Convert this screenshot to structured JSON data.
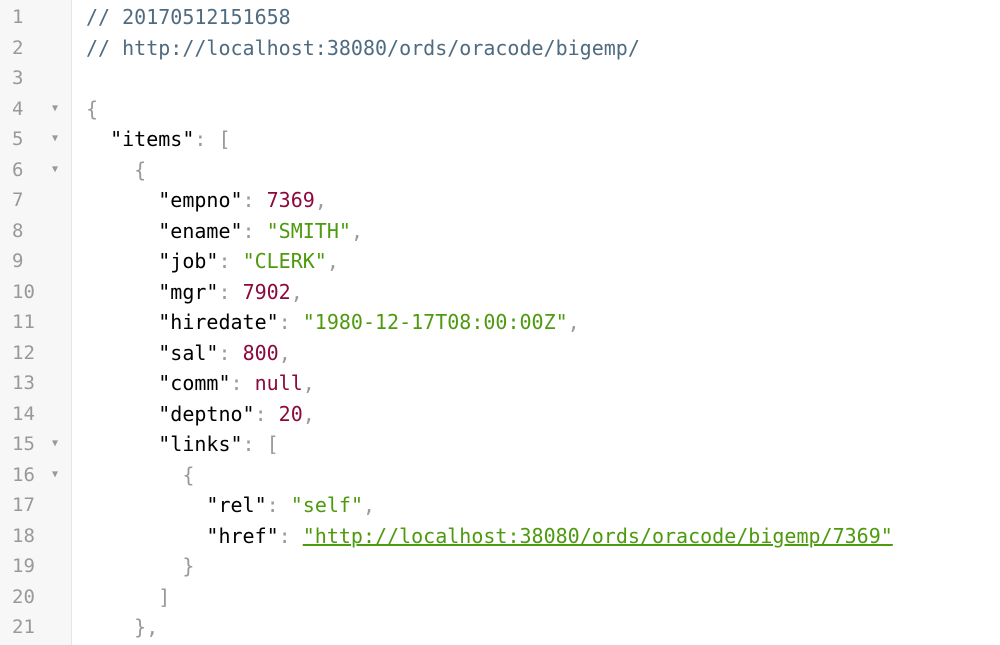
{
  "editor": {
    "lines": [
      {
        "n": "1",
        "fold": false,
        "indent": "",
        "tokens": [
          {
            "t": "comment",
            "v": "// 20170512151658"
          }
        ]
      },
      {
        "n": "2",
        "fold": false,
        "indent": "",
        "tokens": [
          {
            "t": "comment",
            "v": "// http://localhost:38080/ords/oracode/bigemp/"
          }
        ]
      },
      {
        "n": "3",
        "fold": false,
        "indent": "",
        "tokens": []
      },
      {
        "n": "4",
        "fold": true,
        "indent": "",
        "tokens": [
          {
            "t": "punct",
            "v": "{"
          }
        ]
      },
      {
        "n": "5",
        "fold": true,
        "indent": "  ",
        "tokens": [
          {
            "t": "key",
            "v": "\"items\""
          },
          {
            "t": "punct",
            "v": ": ["
          }
        ]
      },
      {
        "n": "6",
        "fold": true,
        "indent": "    ",
        "tokens": [
          {
            "t": "punct",
            "v": "{"
          }
        ]
      },
      {
        "n": "7",
        "fold": false,
        "indent": "      ",
        "tokens": [
          {
            "t": "key",
            "v": "\"empno\""
          },
          {
            "t": "punct",
            "v": ": "
          },
          {
            "t": "num",
            "v": "7369"
          },
          {
            "t": "punct",
            "v": ","
          }
        ]
      },
      {
        "n": "8",
        "fold": false,
        "indent": "      ",
        "tokens": [
          {
            "t": "key",
            "v": "\"ename\""
          },
          {
            "t": "punct",
            "v": ": "
          },
          {
            "t": "str",
            "v": "\"SMITH\""
          },
          {
            "t": "punct",
            "v": ","
          }
        ]
      },
      {
        "n": "9",
        "fold": false,
        "indent": "      ",
        "tokens": [
          {
            "t": "key",
            "v": "\"job\""
          },
          {
            "t": "punct",
            "v": ": "
          },
          {
            "t": "str",
            "v": "\"CLERK\""
          },
          {
            "t": "punct",
            "v": ","
          }
        ]
      },
      {
        "n": "10",
        "fold": false,
        "indent": "      ",
        "tokens": [
          {
            "t": "key",
            "v": "\"mgr\""
          },
          {
            "t": "punct",
            "v": ": "
          },
          {
            "t": "num",
            "v": "7902"
          },
          {
            "t": "punct",
            "v": ","
          }
        ]
      },
      {
        "n": "11",
        "fold": false,
        "indent": "      ",
        "tokens": [
          {
            "t": "key",
            "v": "\"hiredate\""
          },
          {
            "t": "punct",
            "v": ": "
          },
          {
            "t": "str",
            "v": "\"1980-12-17T08:00:00Z\""
          },
          {
            "t": "punct",
            "v": ","
          }
        ]
      },
      {
        "n": "12",
        "fold": false,
        "indent": "      ",
        "tokens": [
          {
            "t": "key",
            "v": "\"sal\""
          },
          {
            "t": "punct",
            "v": ": "
          },
          {
            "t": "num",
            "v": "800"
          },
          {
            "t": "punct",
            "v": ","
          }
        ]
      },
      {
        "n": "13",
        "fold": false,
        "indent": "      ",
        "tokens": [
          {
            "t": "key",
            "v": "\"comm\""
          },
          {
            "t": "punct",
            "v": ": "
          },
          {
            "t": "null",
            "v": "null"
          },
          {
            "t": "punct",
            "v": ","
          }
        ]
      },
      {
        "n": "14",
        "fold": false,
        "indent": "      ",
        "tokens": [
          {
            "t": "key",
            "v": "\"deptno\""
          },
          {
            "t": "punct",
            "v": ": "
          },
          {
            "t": "num",
            "v": "20"
          },
          {
            "t": "punct",
            "v": ","
          }
        ]
      },
      {
        "n": "15",
        "fold": true,
        "indent": "      ",
        "tokens": [
          {
            "t": "key",
            "v": "\"links\""
          },
          {
            "t": "punct",
            "v": ": ["
          }
        ]
      },
      {
        "n": "16",
        "fold": true,
        "indent": "        ",
        "tokens": [
          {
            "t": "punct",
            "v": "{"
          }
        ]
      },
      {
        "n": "17",
        "fold": false,
        "indent": "          ",
        "tokens": [
          {
            "t": "key",
            "v": "\"rel\""
          },
          {
            "t": "punct",
            "v": ": "
          },
          {
            "t": "str",
            "v": "\"self\""
          },
          {
            "t": "punct",
            "v": ","
          }
        ]
      },
      {
        "n": "18",
        "fold": false,
        "indent": "          ",
        "tokens": [
          {
            "t": "key",
            "v": "\"href\""
          },
          {
            "t": "punct",
            "v": ": "
          },
          {
            "t": "link",
            "v": "\"http://localhost:38080/ords/oracode/bigemp/7369\""
          }
        ]
      },
      {
        "n": "19",
        "fold": false,
        "indent": "        ",
        "tokens": [
          {
            "t": "punct",
            "v": "}"
          }
        ]
      },
      {
        "n": "20",
        "fold": false,
        "indent": "      ",
        "tokens": [
          {
            "t": "punct",
            "v": "]"
          }
        ]
      },
      {
        "n": "21",
        "fold": false,
        "indent": "    ",
        "tokens": [
          {
            "t": "punct",
            "v": "},"
          }
        ]
      }
    ],
    "fold_icon": "triangle-down-icon"
  },
  "colors": {
    "gutter_bg": "#f7f7f7",
    "line_number": "#999999",
    "comment": "#4f6b80",
    "number": "#8b0a3c",
    "string": "#4d9a0e",
    "punctuation": "#999999"
  }
}
